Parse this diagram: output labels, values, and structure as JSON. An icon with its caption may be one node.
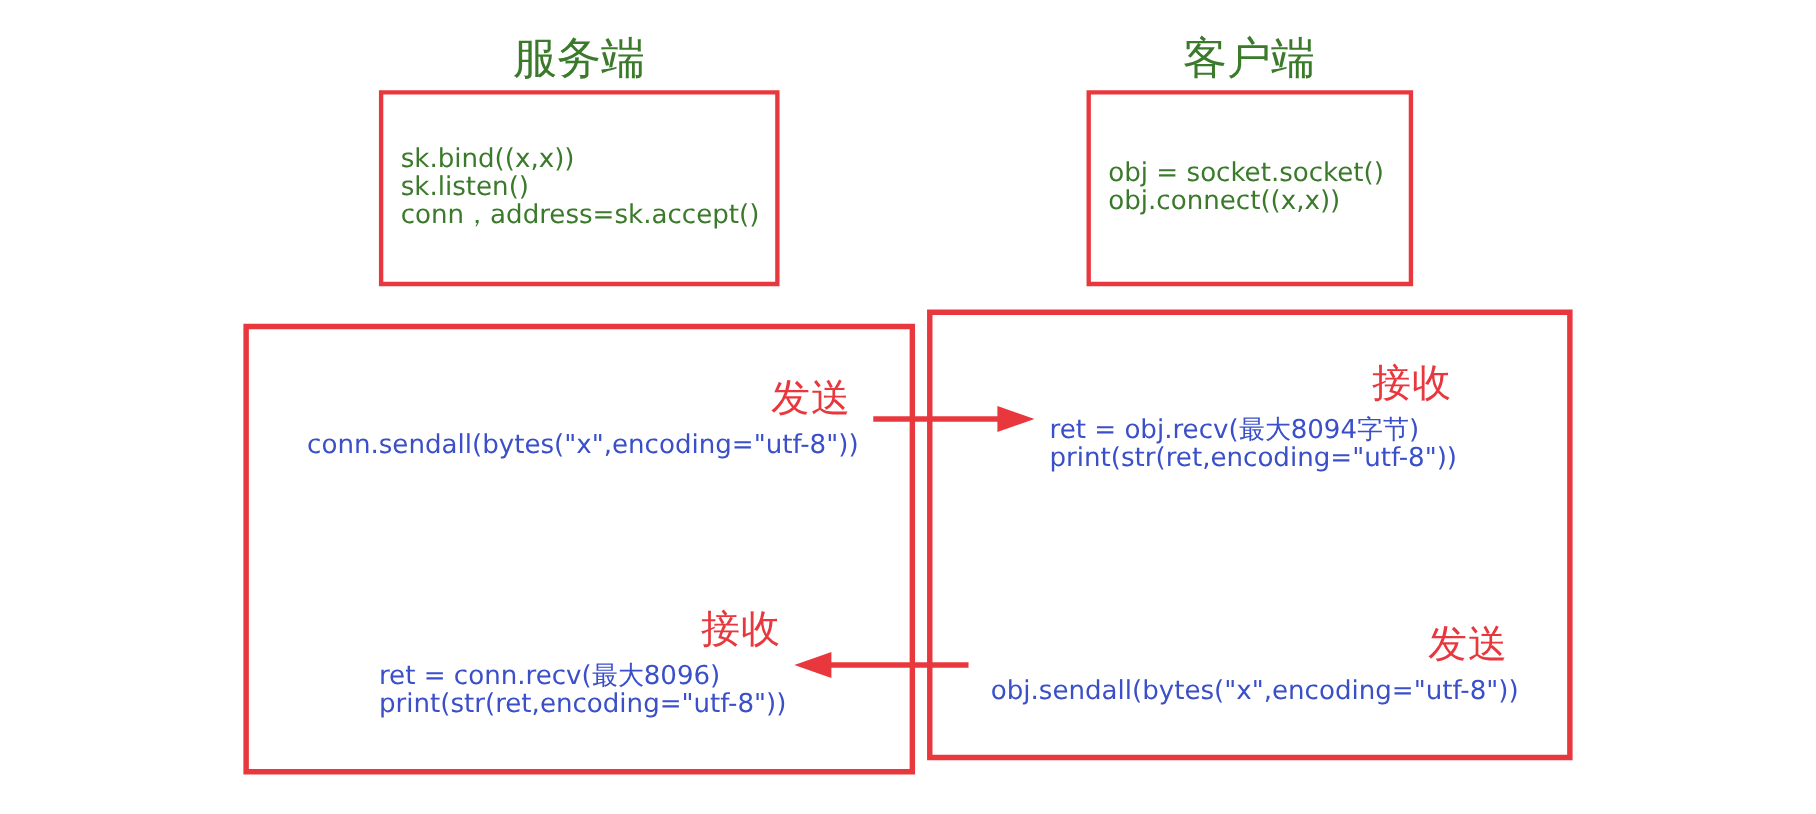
{
  "diagram": {
    "nodes": [
      {
        "text": [
          "服务端",
          "sk.bind((x,x))",
          "sk.listen()",
          "conn，address=sk.accept()"
        ]
      },
      {
        "text": [],
        "shape": "box"
      },
      {
        "text": [
          "conn.sendall(bytes(\"x\",encoding=\"utf-8\"))"
        ],
        "in": 1,
        "beside": [
          "发送"
        ]
      },
      {
        "text": [
          "ret = conn.recv(最大8096)",
          "print(str(ret,encoding=\"utf-8\"))"
        ],
        "in": 1,
        "beside": [
          "接收"
        ]
      },
      {
        "text": [
          "客户端",
          "obj = socket.socket()",
          "obj.connect((x,x))"
        ]
      },
      {
        "text": [],
        "shape": "box"
      },
      {
        "text": [
          "ret = obj.recv(最大8094字节)",
          "print(str(ret,encoding=\"utf-8\"))"
        ],
        "in": 5,
        "beside": [
          "接收"
        ]
      },
      {
        "text": [
          "obj.sendall(bytes(\"x\",encoding=\"utf-8\"))"
        ],
        "in": 5,
        "beside": [
          "发送"
        ]
      }
    ],
    "edges": [
      {
        "from": 2,
        "to": 6,
        "arrow": "to"
      },
      {
        "from": 7,
        "to": 3,
        "arrow": "to"
      }
    ]
  }
}
